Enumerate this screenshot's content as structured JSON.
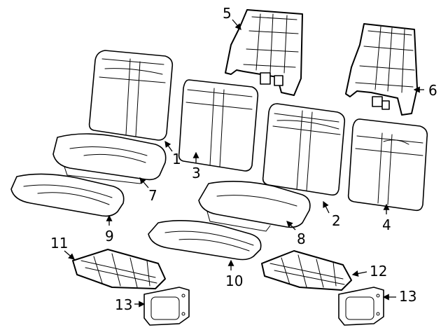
{
  "callouts": [
    {
      "id": "1",
      "text": "1"
    },
    {
      "id": "2",
      "text": "2"
    },
    {
      "id": "3",
      "text": "3"
    },
    {
      "id": "4",
      "text": "4"
    },
    {
      "id": "5",
      "text": "5"
    },
    {
      "id": "6",
      "text": "6"
    },
    {
      "id": "7",
      "text": "7"
    },
    {
      "id": "8",
      "text": "8"
    },
    {
      "id": "9",
      "text": "9"
    },
    {
      "id": "10",
      "text": "10"
    },
    {
      "id": "11",
      "text": "11"
    },
    {
      "id": "12",
      "text": "12"
    },
    {
      "id": "13a",
      "text": "13"
    },
    {
      "id": "13b",
      "text": "13"
    }
  ],
  "colors": {
    "ink": "#000000",
    "paper": "#ffffff"
  }
}
